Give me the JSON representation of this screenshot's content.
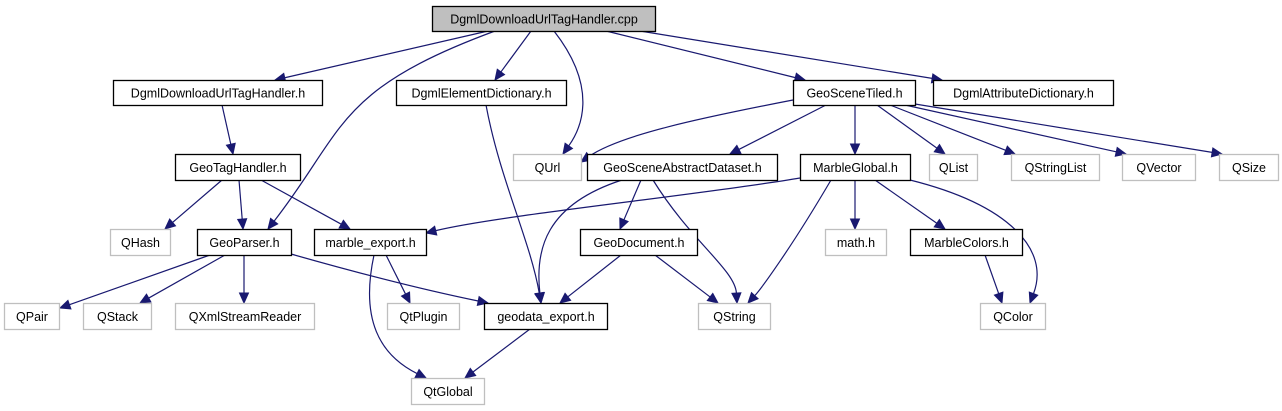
{
  "diagram": {
    "title": "DgmlDownloadUrlTagHandler.cpp",
    "type": "include-dependency-graph",
    "colors": {
      "edge": "#191970",
      "root_fill": "#bfbfbf",
      "documented_border": "#000000",
      "external_border": "#bfbfbf"
    },
    "nodes": [
      {
        "id": "root",
        "label": "DgmlDownloadUrlTagHandler.cpp",
        "kind": "root"
      },
      {
        "id": "dduth",
        "label": "DgmlDownloadUrlTagHandler.h",
        "kind": "doc"
      },
      {
        "id": "ded",
        "label": "DgmlElementDictionary.h",
        "kind": "doc"
      },
      {
        "id": "gst",
        "label": "GeoSceneTiled.h",
        "kind": "doc"
      },
      {
        "id": "dad",
        "label": "DgmlAttributeDictionary.h",
        "kind": "doc"
      },
      {
        "id": "gth",
        "label": "GeoTagHandler.h",
        "kind": "doc"
      },
      {
        "id": "qurl",
        "label": "QUrl",
        "kind": "ext"
      },
      {
        "id": "gsad",
        "label": "GeoSceneAbstractDataset.h",
        "kind": "doc"
      },
      {
        "id": "mg",
        "label": "MarbleGlobal.h",
        "kind": "doc"
      },
      {
        "id": "qlist",
        "label": "QList",
        "kind": "ext"
      },
      {
        "id": "qsl",
        "label": "QStringList",
        "kind": "ext"
      },
      {
        "id": "qvec",
        "label": "QVector",
        "kind": "ext"
      },
      {
        "id": "qsize",
        "label": "QSize",
        "kind": "ext"
      },
      {
        "id": "qhash",
        "label": "QHash",
        "kind": "ext"
      },
      {
        "id": "gp",
        "label": "GeoParser.h",
        "kind": "doc"
      },
      {
        "id": "me",
        "label": "marble_export.h",
        "kind": "doc"
      },
      {
        "id": "gd",
        "label": "GeoDocument.h",
        "kind": "doc"
      },
      {
        "id": "math",
        "label": "math.h",
        "kind": "ext"
      },
      {
        "id": "mc",
        "label": "MarbleColors.h",
        "kind": "doc"
      },
      {
        "id": "qpair",
        "label": "QPair",
        "kind": "ext"
      },
      {
        "id": "qstack",
        "label": "QStack",
        "kind": "ext"
      },
      {
        "id": "qxsr",
        "label": "QXmlStreamReader",
        "kind": "ext"
      },
      {
        "id": "qtplugin",
        "label": "QtPlugin",
        "kind": "ext"
      },
      {
        "id": "gde",
        "label": "geodata_export.h",
        "kind": "doc"
      },
      {
        "id": "qstring",
        "label": "QString",
        "kind": "ext"
      },
      {
        "id": "qcolor",
        "label": "QColor",
        "kind": "ext"
      },
      {
        "id": "qtglobal",
        "label": "QtGlobal",
        "kind": "ext"
      }
    ],
    "edges": [
      {
        "from": "root",
        "to": "dduth"
      },
      {
        "from": "root",
        "to": "ded"
      },
      {
        "from": "root",
        "to": "gst"
      },
      {
        "from": "root",
        "to": "dad"
      },
      {
        "from": "root",
        "to": "gp"
      },
      {
        "from": "root",
        "to": "qurl"
      },
      {
        "from": "dduth",
        "to": "gth"
      },
      {
        "from": "ded",
        "to": "gde"
      },
      {
        "from": "gst",
        "to": "qurl"
      },
      {
        "from": "gst",
        "to": "gsad"
      },
      {
        "from": "gst",
        "to": "mg"
      },
      {
        "from": "gst",
        "to": "qlist"
      },
      {
        "from": "gst",
        "to": "qsl"
      },
      {
        "from": "gst",
        "to": "qvec"
      },
      {
        "from": "gst",
        "to": "qsize"
      },
      {
        "from": "gth",
        "to": "qhash"
      },
      {
        "from": "gth",
        "to": "gp"
      },
      {
        "from": "gth",
        "to": "me"
      },
      {
        "from": "gsad",
        "to": "gd"
      },
      {
        "from": "gsad",
        "to": "gde"
      },
      {
        "from": "gsad",
        "to": "qstring"
      },
      {
        "from": "mg",
        "to": "me"
      },
      {
        "from": "mg",
        "to": "math"
      },
      {
        "from": "mg",
        "to": "mc"
      },
      {
        "from": "mg",
        "to": "qstring"
      },
      {
        "from": "mg",
        "to": "qcolor"
      },
      {
        "from": "gp",
        "to": "qpair"
      },
      {
        "from": "gp",
        "to": "qstack"
      },
      {
        "from": "gp",
        "to": "qxsr"
      },
      {
        "from": "gp",
        "to": "gde"
      },
      {
        "from": "me",
        "to": "qtplugin"
      },
      {
        "from": "me",
        "to": "qtglobal"
      },
      {
        "from": "gd",
        "to": "gde"
      },
      {
        "from": "gd",
        "to": "qstring"
      },
      {
        "from": "mc",
        "to": "qcolor"
      },
      {
        "from": "gde",
        "to": "qtglobal"
      }
    ]
  }
}
